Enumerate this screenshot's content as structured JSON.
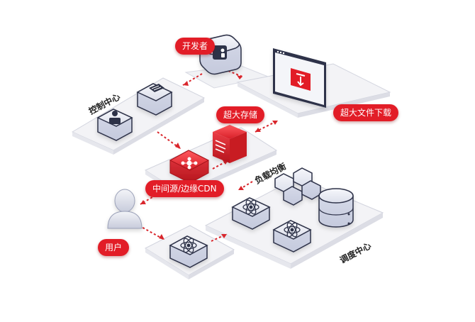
{
  "labels": {
    "developer": "开发者",
    "large_file_download": "超大文件下载",
    "large_storage": "超大存储",
    "origin_edge_cdn": "中间源/边缘CDN",
    "user": "用户"
  },
  "zones": {
    "control_center": "控制中心",
    "load_balancing": "负载均衡",
    "scheduling_center": "调度中心"
  },
  "colors": {
    "accent_red": "#e21d27",
    "arrow_red": "#d9262c",
    "platform_fill": "#f3f3f6",
    "cube_fill": "#e4e6f1",
    "cube_edge": "#2d3248"
  },
  "icons": {
    "developer": "developer-badge-icon",
    "control_left": "user-id-icon",
    "control_right": "document-icon",
    "storage": "server-icon",
    "cdn": "network-hub-icon",
    "download": "download-arrow-icon",
    "balancer": "hex-cluster-icon",
    "database": "database-icon",
    "atom": "atom-icon",
    "user": "person-icon"
  }
}
